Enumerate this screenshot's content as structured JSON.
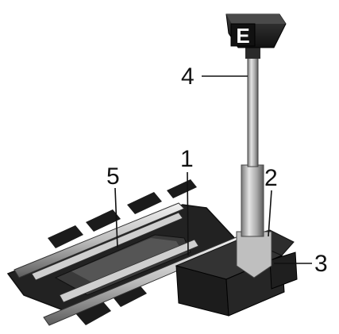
{
  "diagram": {
    "parts": [
      {
        "number": "1",
        "part": "track-rail"
      },
      {
        "number": "2",
        "part": "signal-base-switch"
      },
      {
        "number": "3",
        "part": "signal-base-housing"
      },
      {
        "number": "4",
        "part": "signal-mast"
      },
      {
        "number": "5",
        "part": "uncoupler-ramp"
      }
    ],
    "signal_head_glyph": "E",
    "colors": {
      "ink": "#111111",
      "rail_light": "#d9d9d9",
      "rail_dark": "#5a5a5a",
      "base": "#1e1e1e",
      "mast": "#b5b5b5"
    }
  }
}
